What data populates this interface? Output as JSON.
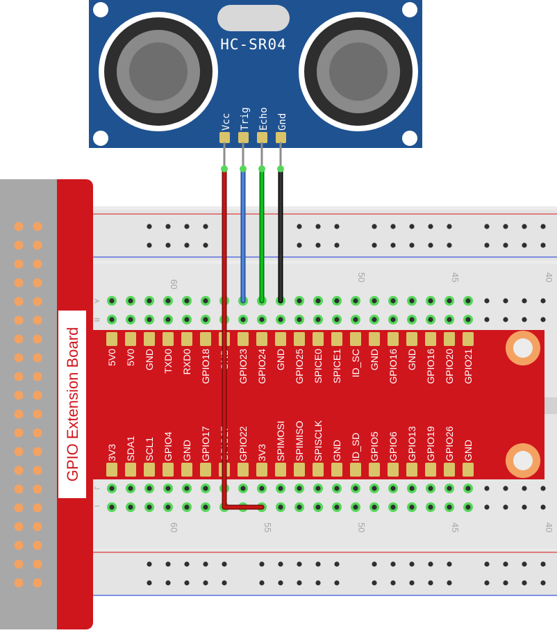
{
  "sensor": {
    "model": "HC-SR04",
    "pins": [
      "Vcc",
      "Trig",
      "Echo",
      "Gnd"
    ]
  },
  "extension_board": {
    "title": "GPIO Extension Board",
    "top_row": [
      "5V0",
      "5V0",
      "GND",
      "TXD0",
      "RXD0",
      "GPIO18",
      "GND",
      "GPIO23",
      "GPIO24",
      "GND",
      "GPIO25",
      "SPICE0",
      "SPICE1",
      "ID_SC",
      "GND",
      "GPIO16",
      "GND",
      "GPIO16",
      "GPIO20",
      "GPIO21"
    ],
    "bottom_row": [
      "3V3",
      "SDA1",
      "SCL1",
      "GPIO4",
      "GND",
      "GPIO17",
      "GPIO27",
      "GPIO22",
      "3V3",
      "SPIMOSI",
      "SPIMISO",
      "SPISCLK",
      "GND",
      "ID_SD",
      "GPIO5",
      "GPIO6",
      "GPIO13",
      "GPIO19",
      "GPIO26",
      "GND"
    ]
  },
  "breadboard": {
    "column_numbers": [
      "60",
      "55",
      "50",
      "45",
      "40"
    ],
    "row_letters_top": [
      "A",
      "B"
    ],
    "row_letters_bottom": [
      "J",
      "I"
    ]
  },
  "colors": {
    "board_red": "#d0161d",
    "sensor_blue": "#1f5291",
    "wire_red": "#c81414",
    "wire_blue": "#4d82d6",
    "wire_green": "#0cc21b",
    "wire_black": "#1a1a1a",
    "pad_yellow": "#d9c46a",
    "hole_green": "#55d75a",
    "pin_orange": "#f4a261"
  }
}
